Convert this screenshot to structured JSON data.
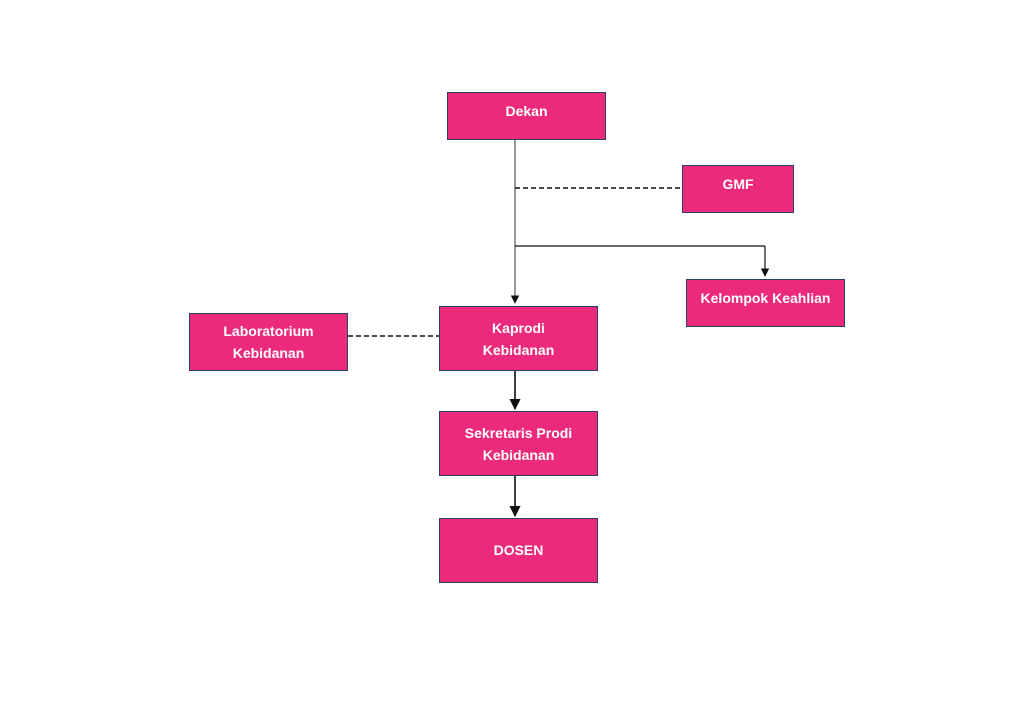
{
  "nodes": {
    "dekan": "Dekan",
    "gmf": "GMF",
    "kelompok_keahlian": "Kelompok Keahlian",
    "laboratorium": "Laboratorium\nKebidanan",
    "kaprodi": "Kaprodi\nKebidanan",
    "sekretaris": "Sekretaris Prodi\nKebidanan",
    "dosen": "DOSEN"
  },
  "colors": {
    "node_fill": "#ec2a7b",
    "node_border": "#2b3f63",
    "connector": "#111111",
    "text": "#ffffff"
  }
}
